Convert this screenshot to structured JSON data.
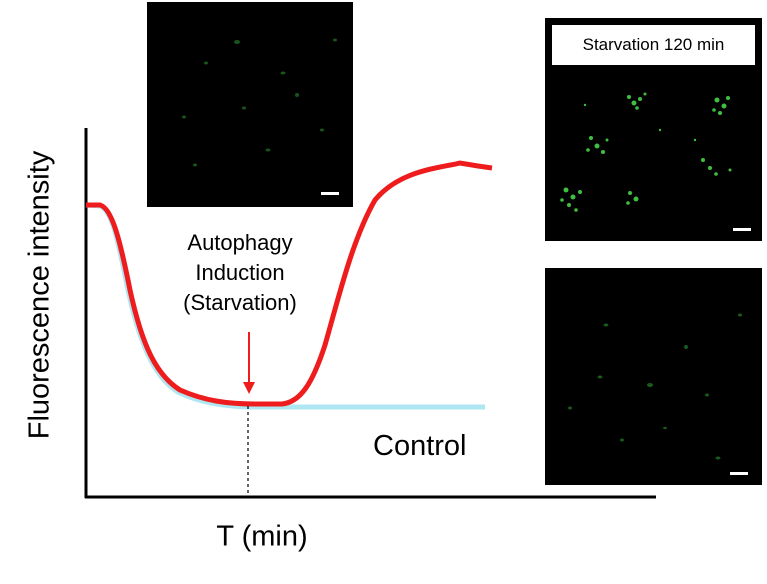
{
  "figure": {
    "y_axis_label": "Fluorescence intensity",
    "x_axis_label": "T (min)",
    "annotation": {
      "line1": "Autophagy",
      "line2": "Induction",
      "line3": "(Starvation)"
    },
    "control_label": "Control",
    "micrograph_label": "Starvation 120 min"
  },
  "colors": {
    "starvation_curve": "#ee1c1c",
    "control_curve": "#aee6f2",
    "arrow": "#ee1c1c",
    "micrograph_background": "#000000",
    "puncta": "#3fbf3f",
    "scale_bar": "#ffffff"
  }
}
